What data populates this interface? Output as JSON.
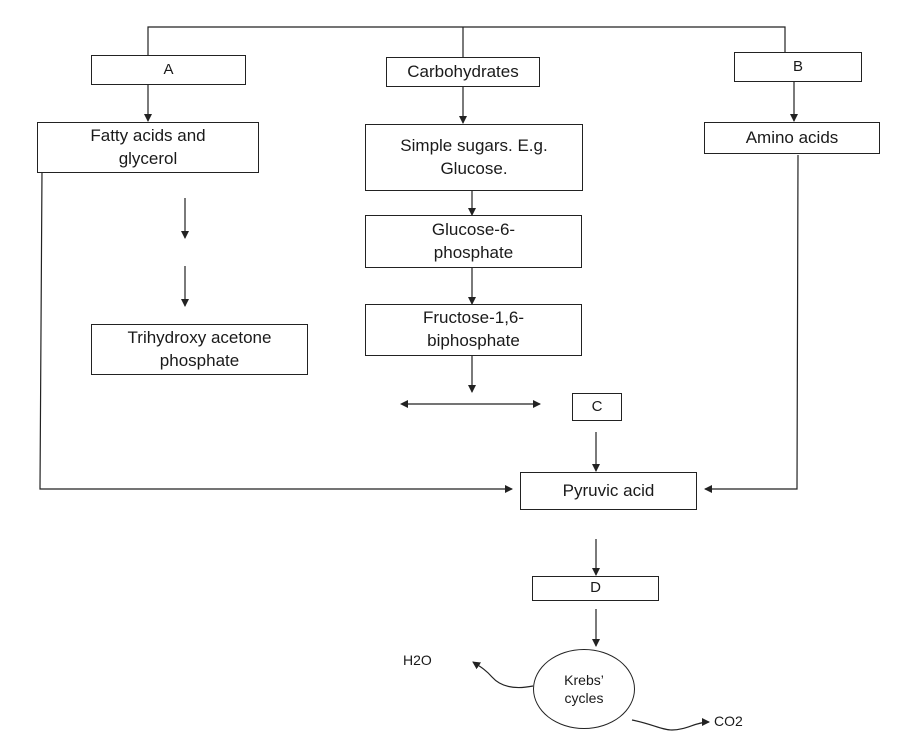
{
  "diagram": {
    "nodes": {
      "a": "A",
      "carbohydrates": "Carbohydrates",
      "b": "B",
      "fatty_acids": "Fatty acids and\nglycerol",
      "simple_sugars": "Simple sugars. E.g.\nGlucose.",
      "amino_acids": "Amino acids",
      "glucose_6_phosphate": "Glucose-6-\nphosphate",
      "fructose_biphosphate": "Fructose-1,6-\nbiphosphate",
      "trihydroxy": "Trihydroxy acetone\nphosphate",
      "c": "C",
      "pyruvic_acid": "Pyruvic acid",
      "d": "D",
      "krebs": "Krebs’\ncycles",
      "h2o": "H2O",
      "co2": "CO2"
    },
    "line_color": "#222222"
  }
}
